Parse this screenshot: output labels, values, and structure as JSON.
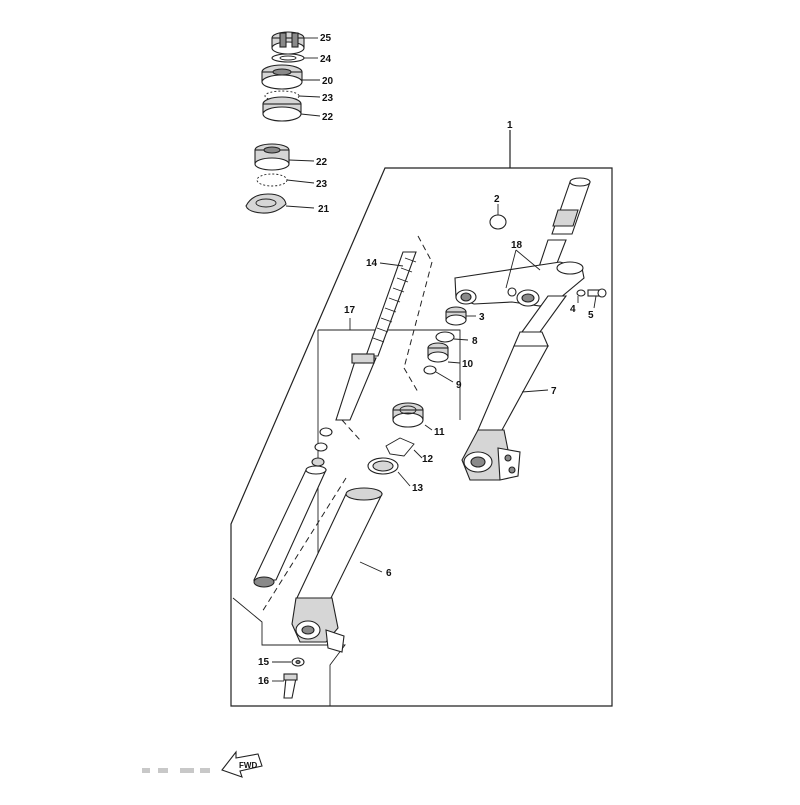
{
  "diagram": {
    "labels": {
      "p1": "1",
      "p2": "2",
      "p3": "3",
      "p4": "4",
      "p5": "5",
      "p6": "6",
      "p7": "7",
      "p8": "8",
      "p9": "9",
      "p10": "10",
      "p11": "11",
      "p12": "12",
      "p13": "13",
      "p14": "14",
      "p15": "15",
      "p16": "16",
      "p17": "17",
      "p18": "18",
      "p20": "20",
      "p21": "21",
      "p22a": "22",
      "p22b": "22",
      "p23a": "23",
      "p23b": "23",
      "p24": "24",
      "p25": "25"
    },
    "fwd_label": "FWD"
  }
}
